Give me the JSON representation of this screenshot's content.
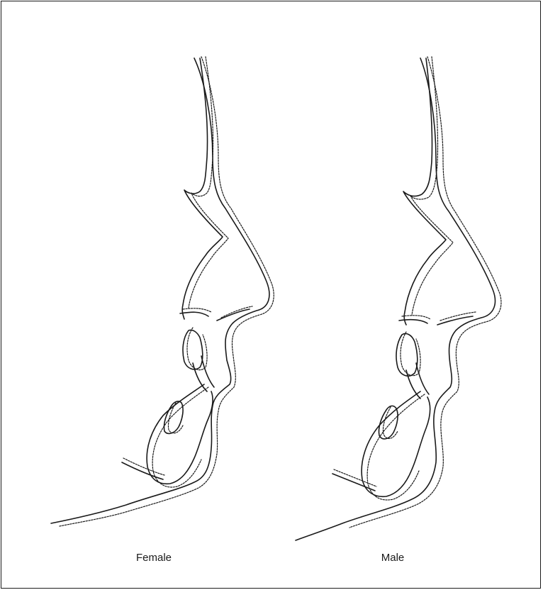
{
  "figure": {
    "panels": [
      {
        "id": "female",
        "label": "Female"
      },
      {
        "id": "male",
        "label": "Male"
      }
    ],
    "line_color": "#1a1a1a",
    "line_styles": [
      "solid",
      "dashed"
    ]
  }
}
